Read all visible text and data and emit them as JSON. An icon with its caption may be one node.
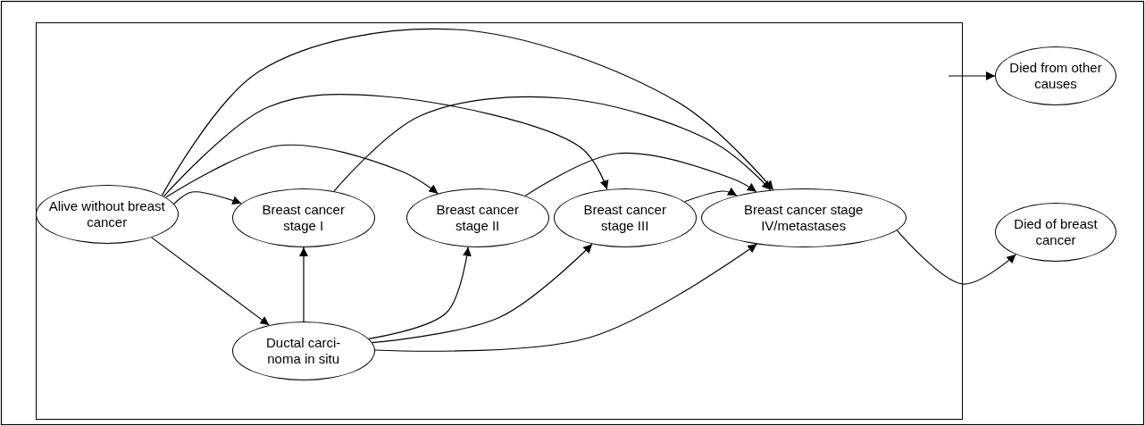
{
  "diagram": {
    "nodes": [
      {
        "text": [],
        "shape": "box"
      },
      {
        "text": [
          "Alive without breast cancer"
        ],
        "in": 0
      },
      {
        "text": [
          "Breast cancer stage I"
        ],
        "in": 0
      },
      {
        "text": [
          "Breast cancer stage II"
        ],
        "in": 0
      },
      {
        "text": [
          "Breast cancer stage III"
        ],
        "in": 0
      },
      {
        "text": [
          "Breast cancer stage IV/metastases"
        ],
        "in": 0
      },
      {
        "text": [
          "Ductal carci- noma in situ"
        ],
        "in": 0
      },
      {
        "text": [
          "Died from other causes"
        ]
      },
      {
        "text": [
          "Died of breast cancer"
        ]
      }
    ],
    "edges": [
      {
        "from": 1,
        "to": 2,
        "arrow": "to"
      },
      {
        "from": 1,
        "to": 3,
        "arrow": "to"
      },
      {
        "from": 1,
        "to": 4,
        "arrow": "to"
      },
      {
        "from": 1,
        "to": 5,
        "arrow": "to"
      },
      {
        "from": 2,
        "to": 5,
        "arrow": "to"
      },
      {
        "from": 3,
        "to": 5,
        "arrow": "to"
      },
      {
        "from": 4,
        "to": 5,
        "arrow": "to"
      },
      {
        "from": 1,
        "to": 6,
        "arrow": "to"
      },
      {
        "from": 6,
        "to": 2,
        "arrow": "to"
      },
      {
        "from": 6,
        "to": 3,
        "arrow": "to"
      },
      {
        "from": 6,
        "to": 4,
        "arrow": "to"
      },
      {
        "from": 6,
        "to": 5,
        "arrow": "to"
      },
      {
        "from": 5,
        "to": 8,
        "arrow": "to"
      },
      {
        "from": 0,
        "to": 7,
        "arrow": "to"
      }
    ]
  }
}
